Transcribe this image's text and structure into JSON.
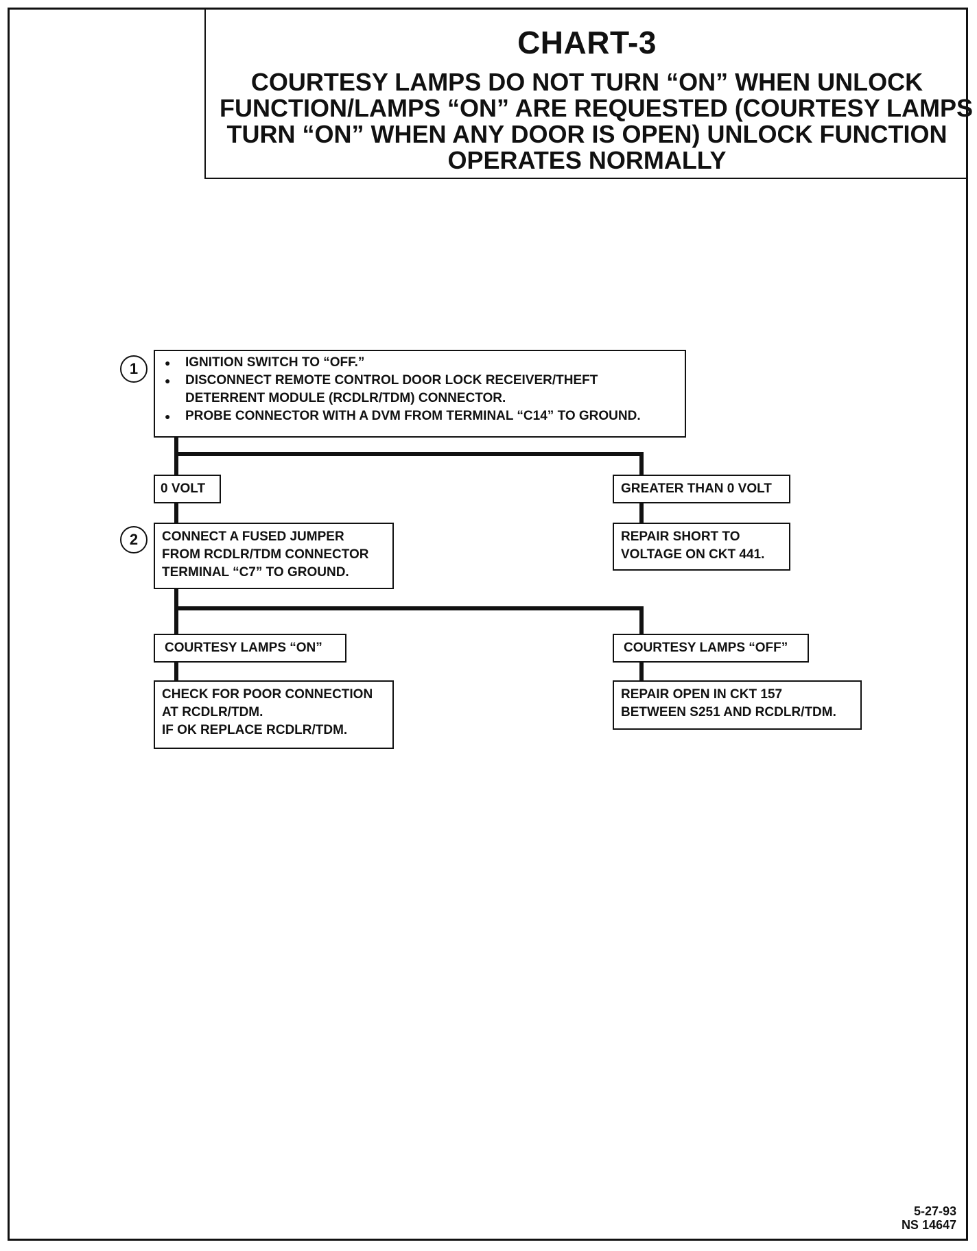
{
  "title": "CHART-3",
  "subtitle_lines": [
    "COURTESY LAMPS DO NOT TURN “ON” WHEN UNLOCK",
    "FUNCTION/LAMPS “ON” ARE REQUESTED (COURTESY LAMPS",
    "TURN “ON” WHEN ANY DOOR IS OPEN) UNLOCK FUNCTION",
    "OPERATES NORMALLY"
  ],
  "step1": {
    "number": "1",
    "bullets": [
      "IGNITION SWITCH TO “OFF.”",
      "DISCONNECT REMOTE CONTROL DOOR LOCK RECEIVER/THEFT DETERRENT MODULE (RCDLR/TDM) CONNECTOR.",
      "PROBE CONNECTOR WITH A DVM FROM TERMINAL “C14” TO GROUND."
    ],
    "bullet2_lines": [
      "DISCONNECT REMOTE CONTROL DOOR LOCK RECEIVER/THEFT",
      "DETERRENT MODULE (RCDLR/TDM) CONNECTOR."
    ]
  },
  "result_0_volt": "0 VOLT",
  "result_greater": "GREATER THAN 0 VOLT",
  "repair_short": [
    "REPAIR SHORT TO",
    "VOLTAGE ON CKT 441."
  ],
  "step2": {
    "number": "2",
    "lines": [
      "CONNECT A FUSED JUMPER",
      "FROM RCDLR/TDM CONNECTOR",
      "TERMINAL “C7” TO GROUND."
    ]
  },
  "result_lamps_on": "COURTESY LAMPS “ON”",
  "result_lamps_off": "COURTESY LAMPS “OFF”",
  "check_connection": [
    "CHECK FOR POOR CONNECTION",
    "AT RCDLR/TDM.",
    "IF OK REPLACE RCDLR/TDM."
  ],
  "repair_open": [
    "REPAIR OPEN IN CKT 157",
    "BETWEEN S251 AND RCDLR/TDM."
  ],
  "footer": {
    "date": "5-27-93",
    "ref": "NS 14647"
  }
}
